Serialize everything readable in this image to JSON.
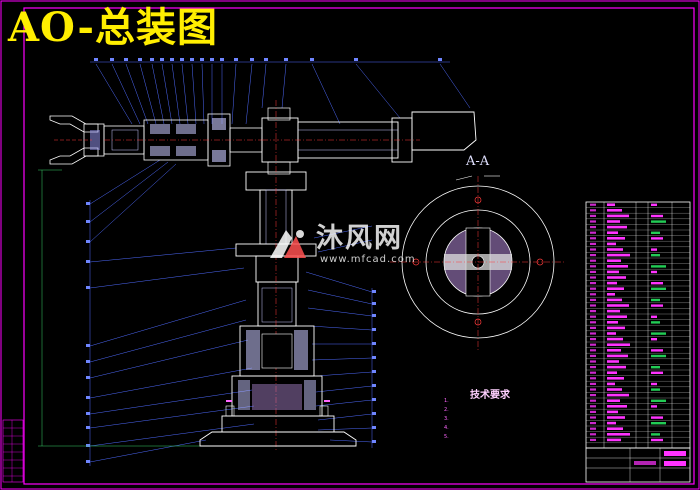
{
  "drawing": {
    "title": "AO-总装图",
    "section_label": "A-A"
  },
  "tech_requirements": {
    "title": "技术要求",
    "lines": [
      "1.",
      "2.",
      "3.",
      "4.",
      "5."
    ]
  },
  "watermark": {
    "name": "沐风网",
    "url": "www.mfcad.com"
  },
  "colors": {
    "background": "#000000",
    "frame": "#ff00ff",
    "title": "#ffee00",
    "outline": "#ffffff",
    "leader": "#4f6bff",
    "hatch": "#c8c8ff",
    "center_line": "#ff3b3b",
    "part_fill": "#b48bd8",
    "table_text": "#ff33ff",
    "table_green": "#22cc55"
  }
}
